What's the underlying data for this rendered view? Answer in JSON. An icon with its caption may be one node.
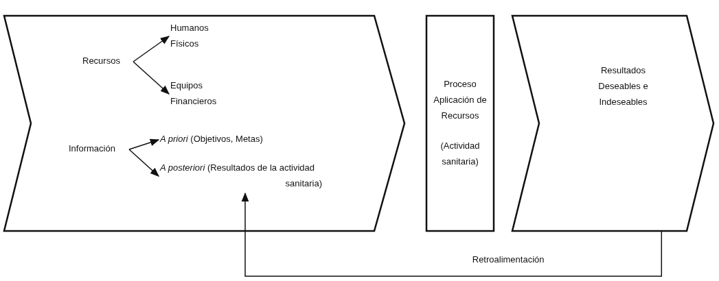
{
  "diagram": {
    "nodes": [
      {
        "text": [],
        "shape": "chevron"
      },
      {
        "text": [
          "Recursos"
        ],
        "in": 0
      },
      {
        "text": [
          "Humanos Físicos"
        ],
        "in": 0
      },
      {
        "text": [
          "Equipos Financieros"
        ],
        "in": 0
      },
      {
        "text": [
          "Información"
        ],
        "in": 0
      },
      {
        "text": [
          "*A priori* (Objetivos, Metas)"
        ],
        "in": 0
      },
      {
        "text": [
          "*A posteriori* (Resultados de la actividad sanitaria)"
        ],
        "in": 0
      },
      {
        "text": [
          "Proceso Aplicación de Recursos",
          "(Actividad sanitaria)"
        ]
      },
      {
        "text": [
          "Resultados Deseables e Indeseables"
        ]
      }
    ],
    "edges": [
      {
        "from": 1,
        "to": 2,
        "arrow": "to"
      },
      {
        "from": 1,
        "to": 3,
        "arrow": "to"
      },
      {
        "from": 4,
        "to": 5,
        "arrow": "to"
      },
      {
        "from": 4,
        "to": 6,
        "arrow": "to"
      },
      {
        "from": 8,
        "to": 6,
        "arrow": "to",
        "label": "Retroalimentación"
      }
    ]
  }
}
